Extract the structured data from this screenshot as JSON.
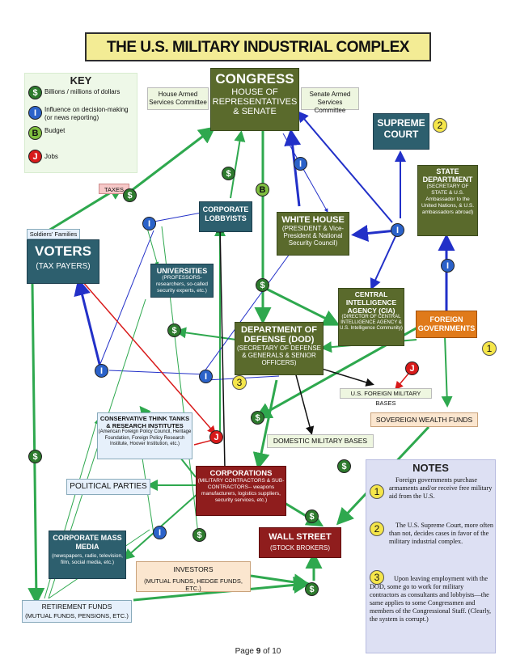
{
  "title": "THE U.S. MILITARY INDUSTRIAL COMPLEX",
  "key": {
    "title": "KEY",
    "items": [
      {
        "symbol": "$",
        "label": "Billions / millions of dollars"
      },
      {
        "symbol": "I",
        "label": "Influence on decision-making (or news reporting)"
      },
      {
        "symbol": "B",
        "label": "Budget"
      },
      {
        "symbol": "J",
        "label": "Jobs"
      }
    ]
  },
  "nodes": {
    "house_armed": "House Armed Services Committee",
    "congress_title": "CONGRESS",
    "congress_sub": "HOUSE OF REPRESENTATIVES & SENATE",
    "senate_armed": "Senate Armed Services Committee",
    "supreme_court": "SUPREME COURT",
    "taxes": "TAXES",
    "state_title": "STATE DEPARTMENT",
    "state_sub": "(SECRETARY OF STATE & U.S. Ambassador to the United Nations, & U.S. ambassadors abroad)",
    "corp_lobbyists": "CORPORATE LOBBYISTS",
    "white_house_title": "WHITE HOUSE",
    "white_house_sub": "(PRESIDENT & Vice-President & National Security Council)",
    "soldiers_families": "Soldiers' Families",
    "voters_title": "VOTERS",
    "voters_sub": "(TAX PAYERS)",
    "universities_title": "UNIVERSITIES",
    "universities_sub": "(PROFESSORS-researchers, so-called security experts, etc.)",
    "cia_title": "CENTRAL INTELLIGENCE AGENCY (CIA)",
    "cia_sub": "(DIRECTOR OF CENTRAL INTELLIGENCE AGENCY & U.S. Intelligence Community)",
    "foreign_gov": "FOREIGN GOVERNMENTS",
    "dod_title": "DEPARTMENT OF DEFENSE (DOD)",
    "dod_sub": "(SECRETARY OF DEFENSE & GENERALS & SENIOR OFFICERS)",
    "foreign_bases": "U.S. FOREIGN MILITARY BASES",
    "think_tanks_title": "CONSERVATIVE THINK TANKS & RESEARCH INSTITUTES",
    "think_tanks_sub": "(American Foreign Policy Council, Heritage Foundation, Foreign Policy Research Institute, Hoover Institution, etc.)",
    "sovereign_funds": "SOVEREIGN WEALTH FUNDS",
    "domestic_bases": "DOMESTIC MILITARY BASES",
    "political_parties": "POLITICAL PARTIES",
    "corporations_title": "CORPORATIONS",
    "corporations_sub": "(MILITARY CONTRACTORS & SUB-CONTRACTORS-- weapons manufacturers, logistics suppliers, security services, etc.)",
    "media_title": "CORPORATE MASS MEDIA",
    "media_sub": "(newspapers, radio, television, film, social media, etc.)",
    "wall_street_title": "WALL STREET",
    "wall_street_sub": "(STOCK BROKERS)",
    "investors_title": "INVESTORS",
    "investors_sub": "(MUTUAL FUNDS, HEDGE FUNDS, ETC.)",
    "retirement_title": "RETIREMENT FUNDS",
    "retirement_sub": "(MUTUAL FUNDS, PENSIONS, ETC.)"
  },
  "notes": {
    "title": "NOTES",
    "items": [
      {
        "number": "1",
        "text": "Foreign governments purchase armaments and/or receive free military aid from the U.S."
      },
      {
        "number": "2",
        "text": "The U.S. Supreme Court, more often than not, decides cases in favor of the military industrial complex."
      },
      {
        "number": "3",
        "text": "Upon leaving employment with the DOD, some go to work for military contractors as consultants and lobbyists—the same applies to some Congressmen and members of the Congressional Staff. (Clearly, the system is corrupt.)"
      }
    ]
  },
  "markers": {
    "one": "1",
    "two": "2",
    "three": "3"
  },
  "symbols": {
    "dollar": "$",
    "info": "I",
    "budget": "B",
    "jobs": "J"
  },
  "footer": {
    "prefix": "Page",
    "page": "9",
    "middle": "of",
    "total": "10"
  },
  "colors": {
    "money": "#2ea84e",
    "influence": "#2230c8",
    "jobs": "#d81a1a",
    "budget": "#2ea84e"
  }
}
